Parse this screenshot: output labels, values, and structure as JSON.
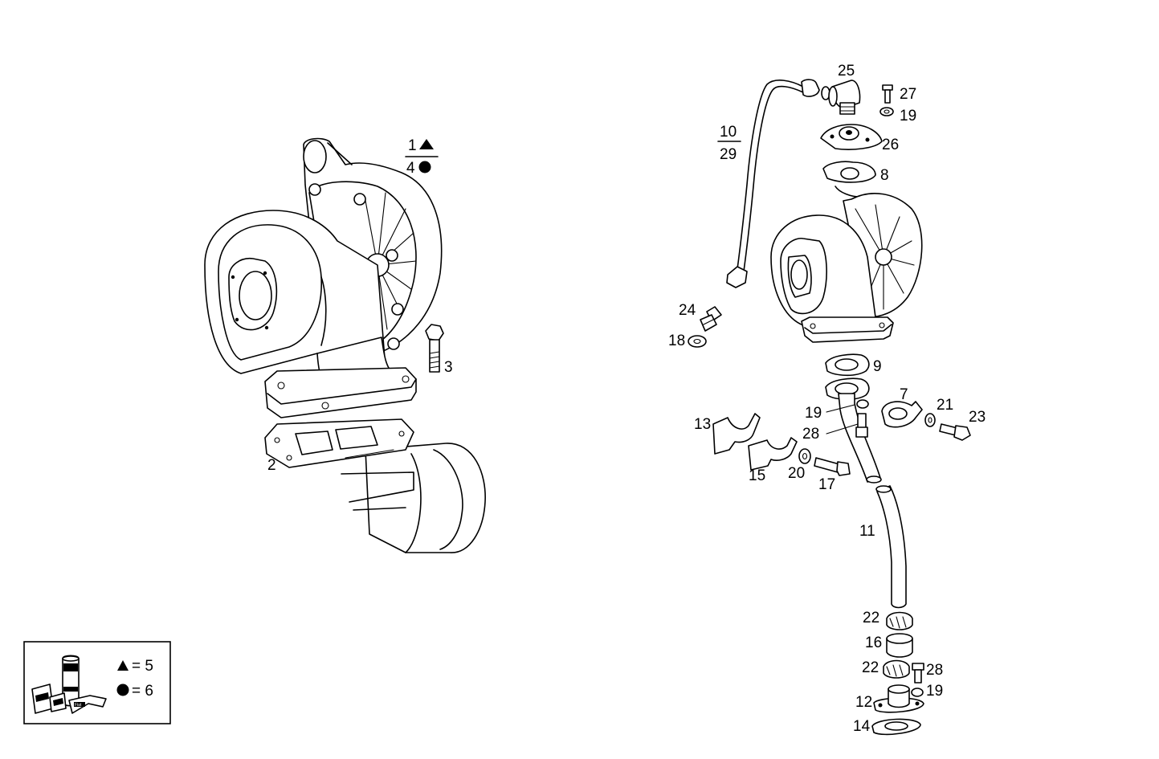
{
  "callouts": {
    "c1": "1",
    "c4": "4",
    "c3": "3",
    "c2": "2",
    "c10": "10",
    "c29": "29",
    "c25": "25",
    "c27": "27",
    "c19a": "19",
    "c26": "26",
    "c8": "8",
    "c24": "24",
    "c18": "18",
    "c9": "9",
    "c13": "13",
    "c19b": "19",
    "c28a": "28",
    "c7": "7",
    "c21": "21",
    "c23": "23",
    "c15": "15",
    "c20": "20",
    "c17": "17",
    "c11": "11",
    "c22a": "22",
    "c16": "16",
    "c22b": "22",
    "c28b": "28",
    "c19c": "19",
    "c12": "12",
    "c14": "14"
  },
  "legend": {
    "triangle_text": "= 5",
    "circle_text": "= 6",
    "product_label": "Fiat"
  }
}
